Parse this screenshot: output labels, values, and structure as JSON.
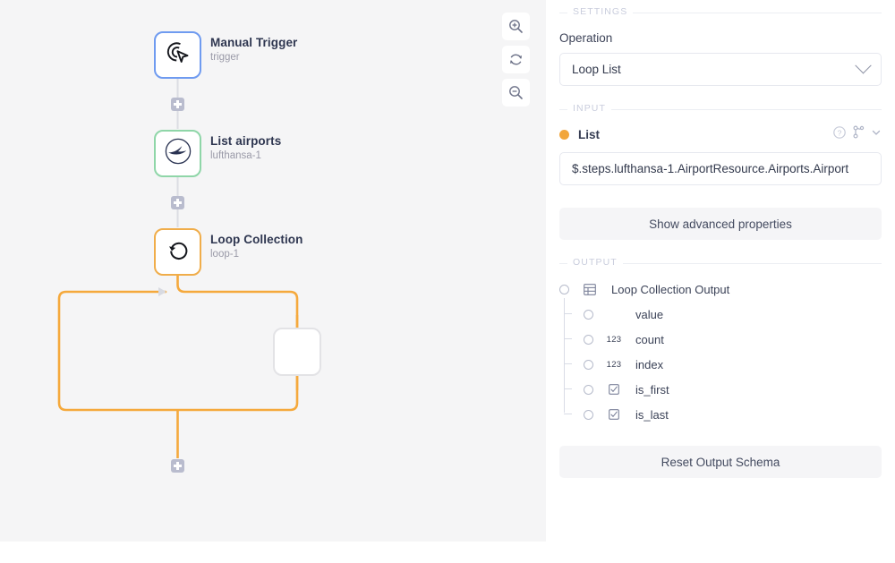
{
  "canvas": {
    "nodes": [
      {
        "id": "manual-trigger",
        "title": "Manual Trigger",
        "subtitle": "trigger",
        "icon": "click-target-icon",
        "border": "#6f9bf0"
      },
      {
        "id": "list-airports",
        "title": "List airports",
        "subtitle": "lufthansa-1",
        "icon": "lufthansa-crane-icon",
        "border": "#8fd6a8"
      },
      {
        "id": "loop-collection",
        "title": "Loop Collection",
        "subtitle": "loop-1",
        "icon": "loop-arrow-icon",
        "border": "#f0ad4a"
      },
      {
        "id": "empty-slot",
        "title": "",
        "subtitle": "",
        "icon": "",
        "border": "#e3e3e6"
      }
    ],
    "add_buttons": [
      {
        "name": "add-step-after-trigger"
      },
      {
        "name": "add-step-after-list-airports"
      },
      {
        "name": "add-step-after-loop"
      }
    ],
    "tools": [
      {
        "name": "zoom-in-button",
        "icon": "zoom-in-icon"
      },
      {
        "name": "reset-zoom-button",
        "icon": "refresh-icon"
      },
      {
        "name": "zoom-out-button",
        "icon": "zoom-out-icon"
      }
    ],
    "loop_edge_color": "#f5a93c"
  },
  "panel": {
    "settings": {
      "legend": "SETTINGS",
      "operation_label": "Operation",
      "operation_value": "Loop List",
      "operation_chevron": "chevron-down-icon"
    },
    "input": {
      "legend": "INPUT",
      "field_name": "List",
      "field_value": "$.steps.lufthansa-1.AirportResource.Airports.Airport",
      "icons": [
        {
          "name": "help-icon",
          "glyph": "?"
        },
        {
          "name": "branch-mapping-icon",
          "glyph": "branch"
        },
        {
          "name": "chevron-down-icon",
          "glyph": "chevron"
        }
      ],
      "dot_color": "#f2a63b"
    },
    "advanced_button": "Show advanced properties",
    "output": {
      "legend": "OUTPUT",
      "root": {
        "label": "Loop Collection Output",
        "type_icon": "table-icon"
      },
      "children": [
        {
          "label": "value",
          "type_icon": ""
        },
        {
          "label": "count",
          "type_icon": "123"
        },
        {
          "label": "index",
          "type_icon": "123"
        },
        {
          "label": "is_first",
          "type_icon": "checkbox"
        },
        {
          "label": "is_last",
          "type_icon": "checkbox"
        }
      ]
    },
    "reset_button": "Reset Output Schema"
  }
}
